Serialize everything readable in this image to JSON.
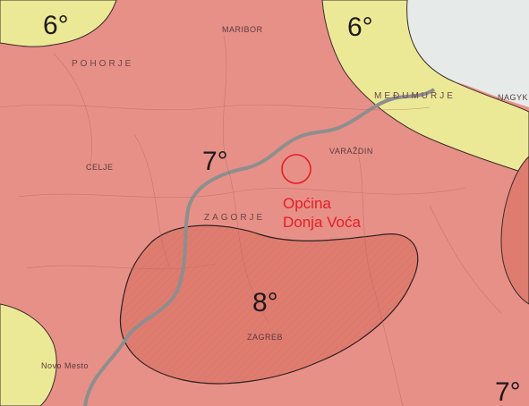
{
  "intensity_zones": {
    "nw_6": "6°",
    "ne_6": "6°",
    "central_7": "7°",
    "zagreb_8": "8°",
    "se_7": "7°"
  },
  "places": {
    "maribor": "MARIBOR",
    "varazdin": "VARAŽDIN",
    "zagreb": "ZAGREB",
    "celje": "CELJE",
    "medjimurje": "MEĐUMURJE",
    "pohorje": "POHORJE",
    "nagyk": "NAGYK",
    "novo_mesto": "Novo Mesto",
    "zagorje": "ZAGORJE"
  },
  "marker": {
    "line1": "Općina",
    "line2": "Donja Voća",
    "color": "#e41e26"
  },
  "colors": {
    "zone_7": "#e79088",
    "zone_6": "#ece996",
    "zone_8": "#df7c70",
    "outside": "#e6ebe9",
    "boundary": "#8e8e8e"
  }
}
